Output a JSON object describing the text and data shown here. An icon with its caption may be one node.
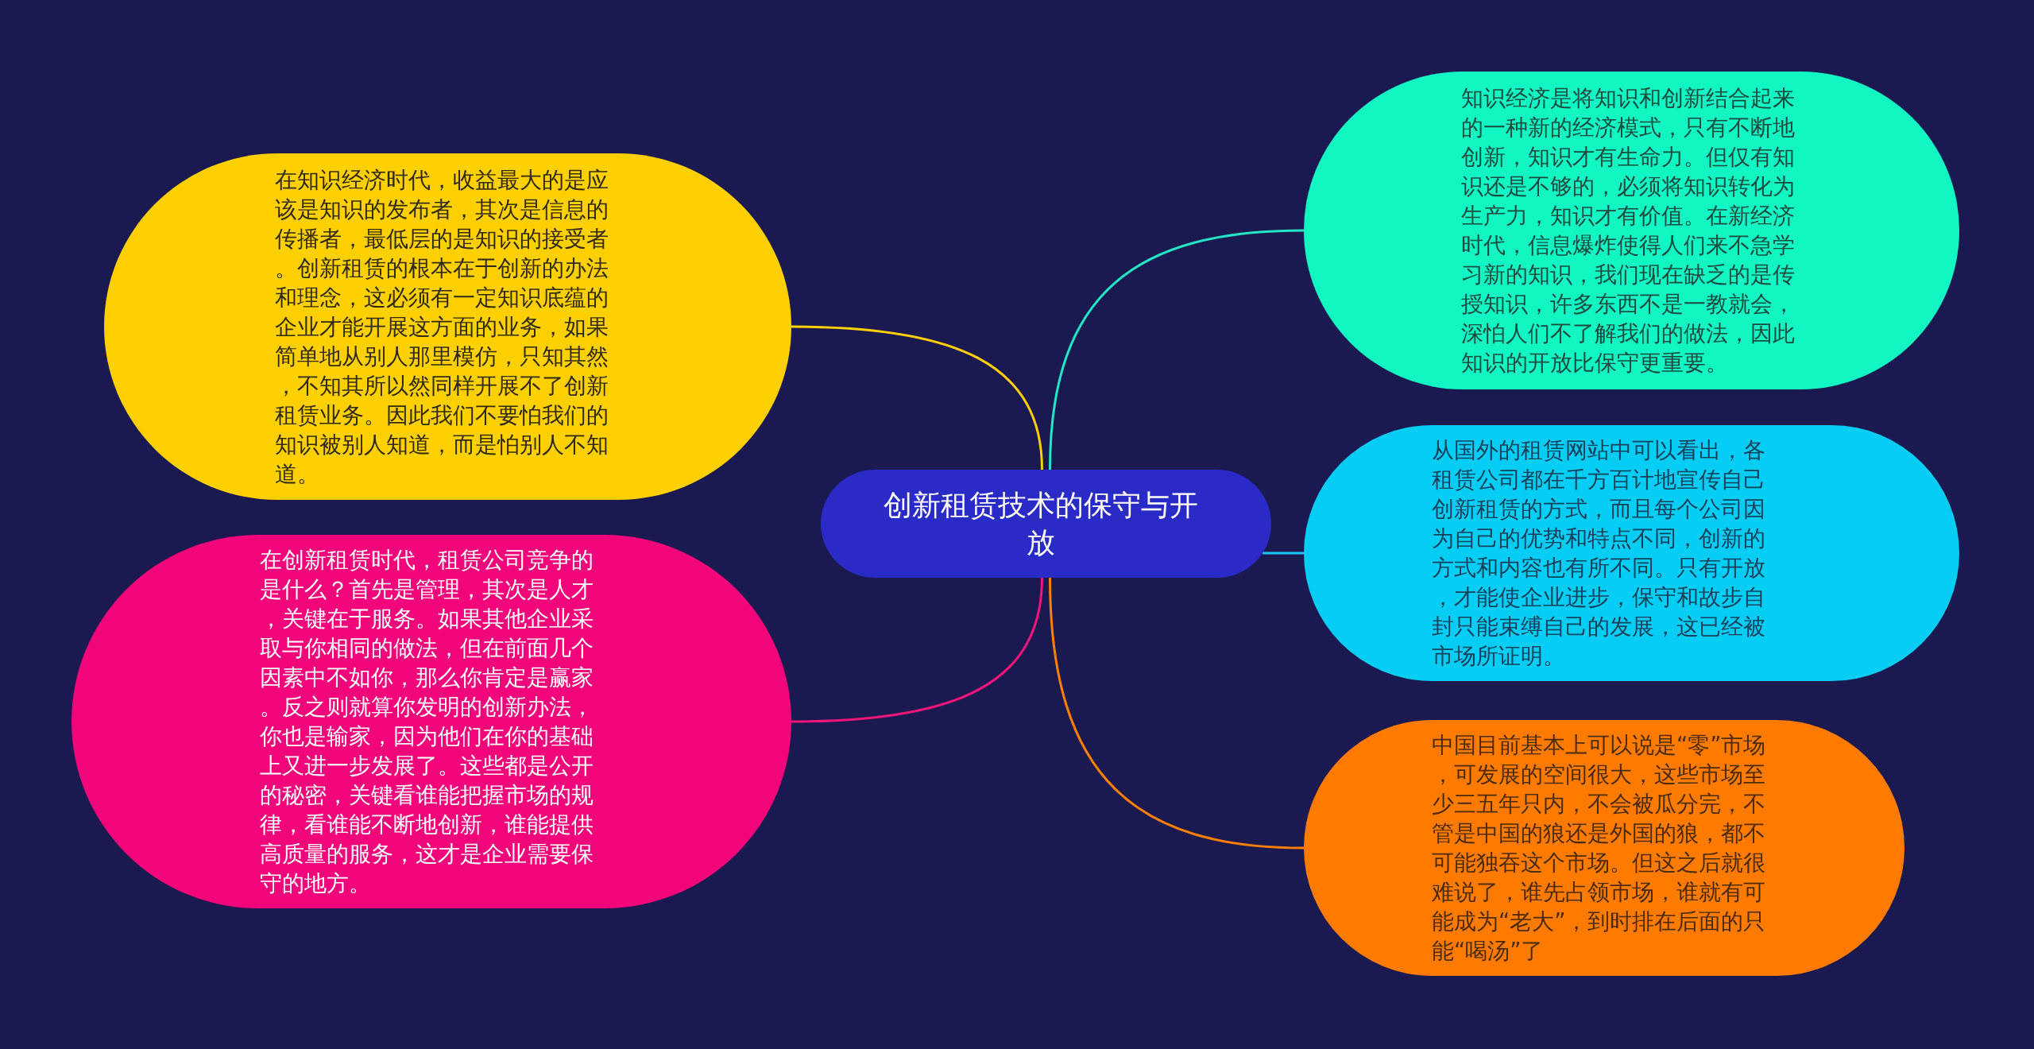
{
  "diagram": {
    "nodes": [
      {
        "text": [
          "创新租赁技术的保守与开放"
        ]
      },
      {
        "text": [
          "在知识经济时代，收益最大的是应该是知识的发布者，其次是信息的传播者，最低层的是知识的接受者。创新租赁的根本在于创新的办法和理念，这必须有一定知识底蕴的企业才能开展这方面的业务，如果简单地从别人那里模仿，只知其然，不知其所以然同样开展不了创新租赁业务。因此我们不要怕我们的知识被别人知道，而是怕别人不知道。"
        ]
      },
      {
        "text": [
          "在创新租赁时代，租赁公司竞争的是什么？首先是管理，其次是人才，关键在于服务。如果其他企业采取与你相同的做法，但在前面几个因素中不如你，那么你肯定是赢家。反之则就算你发明的创新办法，你也是输家，因为他们在你的基础上又进一步发展了。这些都是公开的秘密，关键看谁能把握市场的规律，看谁能不断地创新，谁能提供高质量的服务，这才是企业需要保守的地方。"
        ]
      },
      {
        "text": [
          "知识经济是将知识和创新结合起来的一种新的经济模式，只有不断地创新，知识才有生命力。但仅有知识还是不够的，必须将知识转化为生产力，知识才有价值。在新经济时代，信息爆炸使得人们来不急学习新的知识，我们现在缺乏的是传授知识，许多东西不是一教就会，深怕人们不了解我们的做法，因此知识的开放比保守更重要。"
        ]
      },
      {
        "text": [
          "从国外的租赁网站中可以看出，各租赁公司都在千方百计地宣传自己创新租赁的方式，而且每个公司因为自己的优势和特点不同，创新的方式和内容也有所不同。只有开放，才能使企业进步，保守和故步自封只能束缚自己的发展，这已经被市场所证明。"
        ]
      },
      {
        "text": [
          "中国目前基本上可以说是“零”市场，可发展的空间很大，这些市场至少三五年只内，不会被瓜分完，不管是中国的狼还是外国的狼，都不可能独吞这个市场。但这之后就很难说了，谁先占领市场，谁就有可能成为“老大”，到时排在后面的只能“喝汤”了"
        ]
      }
    ],
    "edges": [
      {
        "from": 0,
        "to": 1,
        "arrow": "none",
        "color": "#ffd000"
      },
      {
        "from": 0,
        "to": 2,
        "arrow": "none",
        "color": "#f0157a"
      },
      {
        "from": 0,
        "to": 3,
        "arrow": "none",
        "color": "#22e6c6"
      },
      {
        "from": 0,
        "to": 4,
        "arrow": "none",
        "color": "#1ec8f0"
      },
      {
        "from": 0,
        "to": 5,
        "arrow": "none",
        "color": "#ff8000"
      }
    ]
  }
}
